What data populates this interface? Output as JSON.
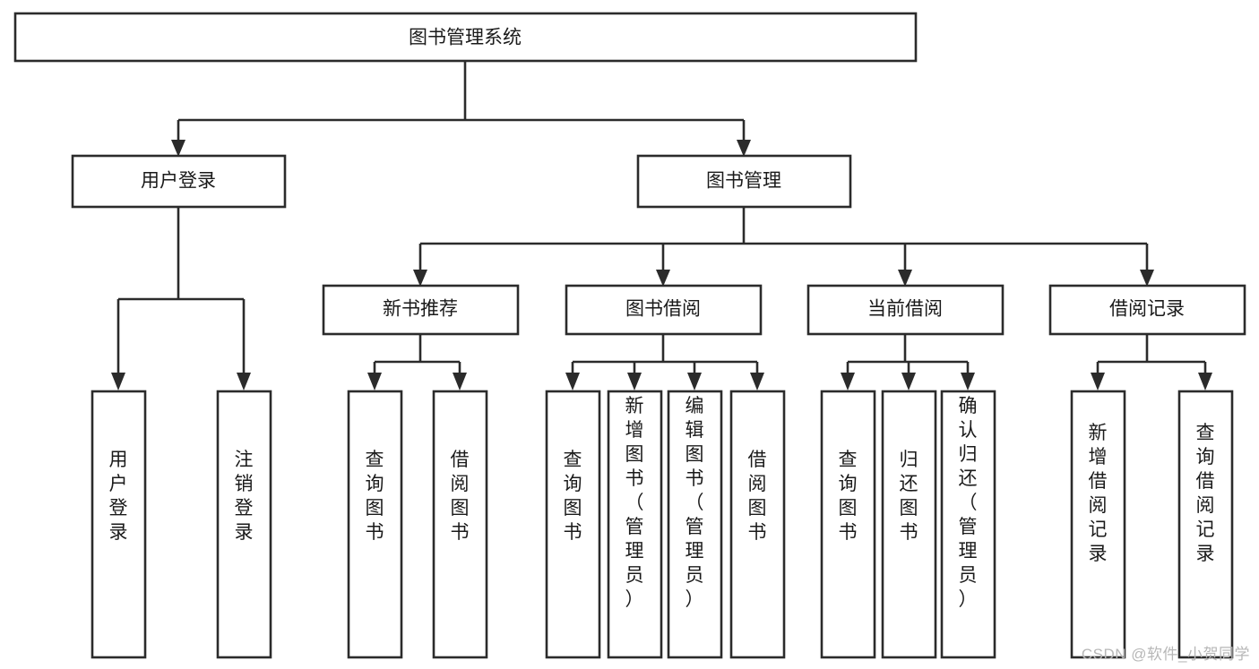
{
  "diagram": {
    "type": "tree",
    "title": "图书管理系统",
    "orientation": "top-down",
    "colors": {
      "background": "#ffffff",
      "stroke": "#2b2b2b",
      "node_fill": "#ffffff",
      "text": "#1a1a1a",
      "watermark": "#b7b7b7"
    },
    "nodes": {
      "root": {
        "label": "图书管理系统",
        "level": 0,
        "orientation": "horizontal"
      },
      "l1": [
        {
          "id": "user-login",
          "label": "用户登录",
          "level": 1,
          "orientation": "horizontal"
        },
        {
          "id": "book-manage",
          "label": "图书管理",
          "level": 1,
          "orientation": "horizontal"
        }
      ],
      "l2": [
        {
          "id": "new-book-rec",
          "label": "新书推荐",
          "level": 2,
          "orientation": "horizontal",
          "parent": "book-manage"
        },
        {
          "id": "book-borrow",
          "label": "图书借阅",
          "level": 2,
          "orientation": "horizontal",
          "parent": "book-manage"
        },
        {
          "id": "current-borrow",
          "label": "当前借阅",
          "level": 2,
          "orientation": "horizontal",
          "parent": "book-manage"
        },
        {
          "id": "borrow-record",
          "label": "借阅记录",
          "level": 2,
          "orientation": "horizontal",
          "parent": "book-manage"
        }
      ],
      "leaves": [
        {
          "id": "leaf-user-login",
          "label": "用户登录",
          "parent": "user-login",
          "orientation": "vertical"
        },
        {
          "id": "leaf-user-logout",
          "label": "注销登录",
          "parent": "user-login",
          "orientation": "vertical"
        },
        {
          "id": "leaf-rec-query",
          "label": "查询图书",
          "parent": "new-book-rec",
          "orientation": "vertical"
        },
        {
          "id": "leaf-rec-borrow",
          "label": "借阅图书",
          "parent": "new-book-rec",
          "orientation": "vertical"
        },
        {
          "id": "leaf-borrow-query",
          "label": "查询图书",
          "parent": "book-borrow",
          "orientation": "vertical"
        },
        {
          "id": "leaf-borrow-add",
          "label": "新增图书（管理员）",
          "parent": "book-borrow",
          "orientation": "vertical"
        },
        {
          "id": "leaf-borrow-edit",
          "label": "编辑图书（管理员）",
          "parent": "book-borrow",
          "orientation": "vertical"
        },
        {
          "id": "leaf-borrow-lend",
          "label": "借阅图书",
          "parent": "book-borrow",
          "orientation": "vertical"
        },
        {
          "id": "leaf-cur-query",
          "label": "查询图书",
          "parent": "current-borrow",
          "orientation": "vertical"
        },
        {
          "id": "leaf-cur-return",
          "label": "归还图书",
          "parent": "current-borrow",
          "orientation": "vertical"
        },
        {
          "id": "leaf-cur-confirm",
          "label": "确认归还（管理员）",
          "parent": "current-borrow",
          "orientation": "vertical"
        },
        {
          "id": "leaf-rec-add",
          "label": "新增借阅记录",
          "parent": "borrow-record",
          "orientation": "vertical"
        },
        {
          "id": "leaf-rec-search",
          "label": "查询借阅记录",
          "parent": "borrow-record",
          "orientation": "vertical"
        }
      ]
    },
    "watermark": "CSDN @软件_小贺同学"
  }
}
